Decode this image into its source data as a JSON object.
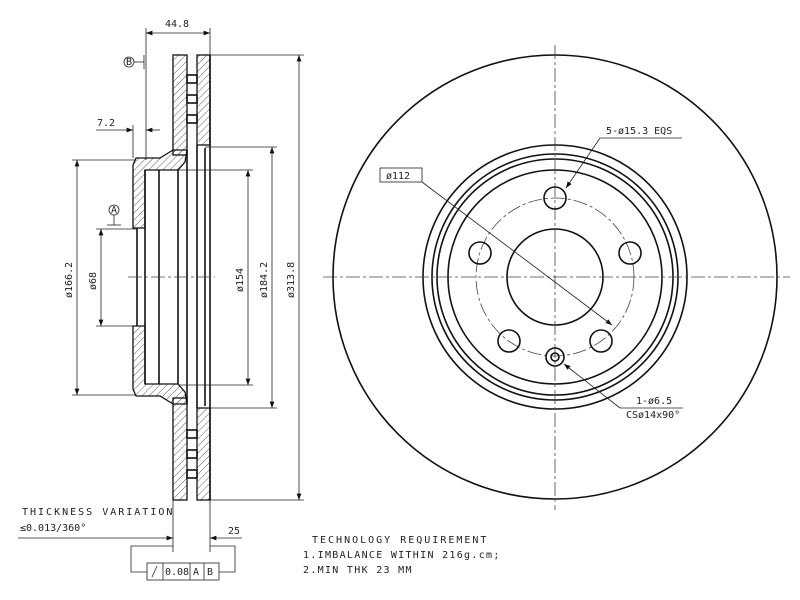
{
  "side_view": {
    "dim_width": "44.8",
    "dim_offset": "7.2",
    "dim_hub_dia": "ø166.2",
    "dim_bore": "ø68",
    "dim_154": "ø154",
    "dim_184": "ø184.2",
    "dim_outer": "ø313.8",
    "datum_a": "A",
    "datum_b": "B"
  },
  "front_view": {
    "bolt_circle": "ø112",
    "bolt_holes": "5-ø15.3 EQS",
    "small_hole_1": "1-ø6.5",
    "small_hole_2": "CSø14x90°"
  },
  "tolerances": {
    "title": "THICKNESS VARIATION",
    "value": "≤0.013/360°",
    "dim_25": "25",
    "frame_symbol": "runout",
    "frame_value": "0.08",
    "frame_ref1": "A",
    "frame_ref2": "B"
  },
  "requirements": {
    "title": "TECHNOLOGY REQUIREMENT",
    "items": [
      "1.IMBALANCE WITHIN 216g.cm;",
      "2.MIN THK 23 MM"
    ]
  }
}
